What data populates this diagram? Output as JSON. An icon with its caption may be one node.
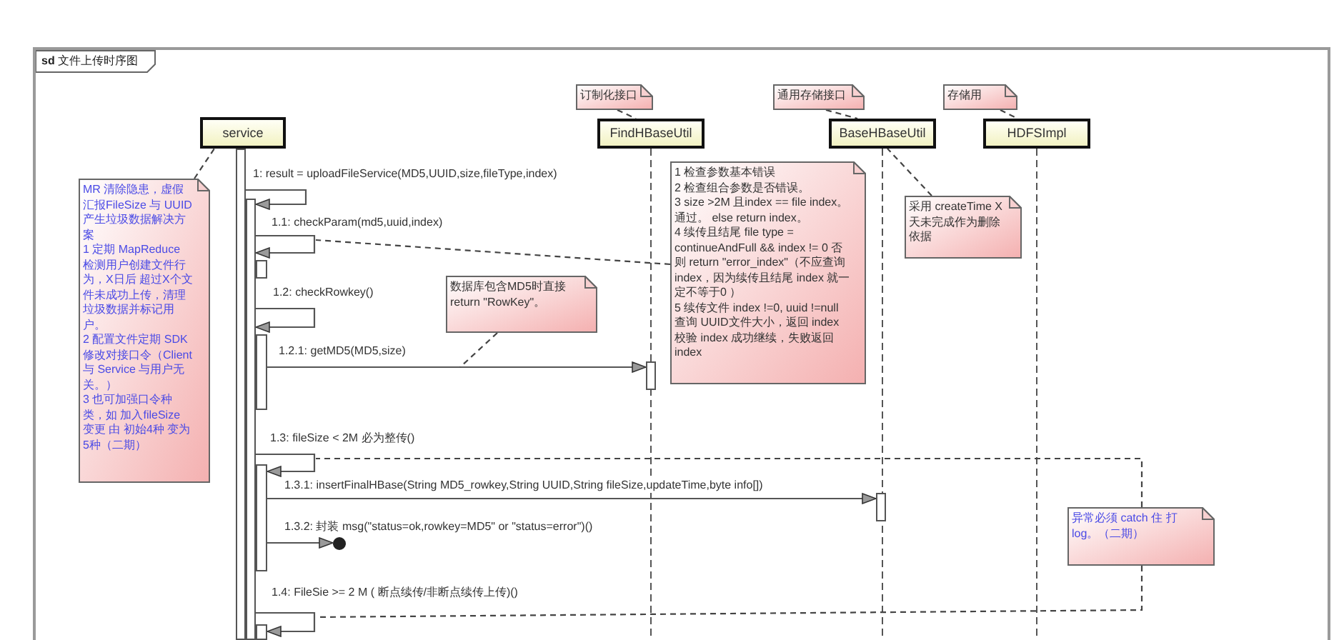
{
  "diagram": {
    "nodes": [
      {
        "text": [
          "**sd** 文件上传时序图"
        ]
      },
      {
        "text": [
          "订制化接口"
        ],
        "in": 0
      },
      {
        "text": [
          "通用存储接口"
        ],
        "in": 0
      },
      {
        "text": [
          "存储用"
        ],
        "in": 0
      },
      {
        "text": [
          "service"
        ],
        "in": 0
      },
      {
        "text": [
          "FindHBaseUtil"
        ],
        "in": 0
      },
      {
        "text": [
          "BaseHBaseUtil"
        ],
        "in": 0
      },
      {
        "text": [
          "HDFSImpl"
        ],
        "in": 0
      },
      {
        "text": [
          "MR 清除隐患，虚假汇报FileSize 与 UUID 产生垃圾数据解决方案",
          "1 定期 MapReduce 检测用户创建文件行为，X日后 超过X个文件未成功上传，清理垃圾数据并标记用户。",
          "2 配置文件定期 SDK 修改对接口令（Client 与 Service 与用户无关。）",
          "3 也可加强口令种类，如 加入fileSize 变更 由 初始4种 变为5种（二期）"
        ],
        "in": 0
      },
      {
        "text": [
          "1 检查参数基本错误",
          "2 检查组合参数是否错误。",
          "3 size >2M 且index == file index。通过。 else return index。",
          "4 续传且结尾 file type = continueAndFull && index != 0 否则 return \"error_index\"（不应查询 index，因为续传且结尾 index 就一定不等于0 ）",
          "5 续传文件 index !=0, uuid !=null 查询 UUID文件大小，返回 index 校验 index 成功继续，失败返回 index"
        ],
        "in": 0
      },
      {
        "text": [
          "采用 createTime X天未完成作为删除依据"
        ],
        "in": 0
      },
      {
        "text": [
          "数据库包含MD5时直接 return \"RowKey\"。"
        ],
        "in": 0
      },
      {
        "text": [
          "异常必须 catch 住 打 log。（二期）"
        ],
        "in": 0
      },
      {
        "text": [],
        "shape": "bar",
        "in": 0
      },
      {
        "text": [],
        "shape": "bar",
        "in": 0
      },
      {
        "text": [],
        "shape": "bar",
        "in": 0
      },
      {
        "text": [],
        "shape": "bar",
        "in": 0
      },
      {
        "text": [],
        "shape": "bar",
        "in": 0
      },
      {
        "text": [],
        "shape": "bar",
        "in": 0
      },
      {
        "text": [],
        "shape": "bar",
        "in": 0
      },
      {
        "text": [],
        "shape": "circle",
        "in": 0
      },
      {
        "text": [],
        "shape": "bar",
        "in": 0
      }
    ],
    "edges": [
      {
        "from": 13,
        "to": 14,
        "arrow": "to",
        "label": "1: result = uploadFileService(MD5,UUID,size,fileType,index)"
      },
      {
        "from": 14,
        "to": 14,
        "arrow": "to",
        "label": "1.1: checkParam(md5,uuid,index)"
      },
      {
        "from": 14,
        "to": 14,
        "arrow": "to",
        "label": "1.2: checkRowkey()"
      },
      {
        "from": 16,
        "to": 17,
        "arrow": "to",
        "label": "1.2.1: getMD5(MD5,size)"
      },
      {
        "from": 14,
        "to": 18,
        "arrow": "to",
        "label": "1.3: fileSize < 2M 必为整传()"
      },
      {
        "from": 18,
        "to": 19,
        "arrow": "to",
        "label": "1.3.1: insertFinalHBase(String MD5_rowkey,String UUID,String fileSize,updateTime,byte info[])"
      },
      {
        "from": 18,
        "to": 20,
        "arrow": "to",
        "label": "1.3.2: 封装 msg(\"status=ok,rowkey=MD5\" or \"status=error\")()"
      },
      {
        "from": 14,
        "to": 21,
        "arrow": "to",
        "label": "1.4: FileSie >= 2 M ( 断点续传/非断点续传上传)()"
      },
      {
        "from": 1,
        "to": 5,
        "arrow": "none",
        "style": "dashed"
      },
      {
        "from": 2,
        "to": 6,
        "arrow": "none",
        "style": "dashed"
      },
      {
        "from": 3,
        "to": 7,
        "arrow": "none",
        "style": "dashed"
      },
      {
        "from": 8,
        "to": 4,
        "arrow": "none",
        "style": "dashed"
      },
      {
        "from": 9,
        "to": null,
        "arrow": "none",
        "style": "dashed"
      },
      {
        "from": 10,
        "to": 6,
        "arrow": "none",
        "style": "dashed"
      },
      {
        "from": 11,
        "to": null,
        "arrow": "none",
        "style": "dashed"
      },
      {
        "from": 12,
        "to": null,
        "arrow": "none",
        "style": "dashed"
      },
      {
        "from": 12,
        "to": null,
        "arrow": "none",
        "style": "dashed"
      }
    ]
  }
}
